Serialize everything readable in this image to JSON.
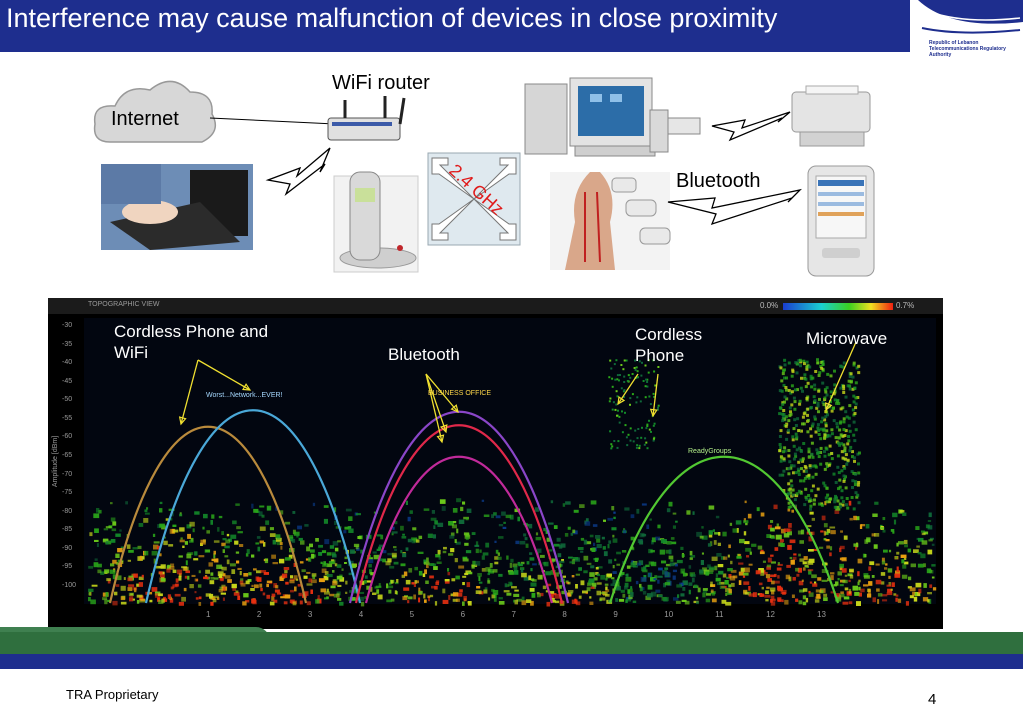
{
  "slide": {
    "title": "Interference may cause malfunction of devices in close proximity",
    "footer": "TRA Proprietary",
    "page_number": "4",
    "logo_text": "Republic of Lebanon Telecommunications Regulatory Authority"
  },
  "diagram": {
    "internet_label": "Internet",
    "wifi_router_label": "WiFi router",
    "bluetooth_label": "Bluetooth",
    "frequency_label": "2.4 GHz"
  },
  "spectrum": {
    "header_left": "TOPOGRAPHIC VIEW",
    "scale_min": "0.0%",
    "scale_max": "0.7%",
    "y_axis_label": "Amplitude [dBm]",
    "y_ticks": [
      "-30",
      "-35",
      "-40",
      "-45",
      "-50",
      "-55",
      "-60",
      "-65",
      "-70",
      "-75",
      "-80",
      "-85",
      "-90",
      "-95",
      "-100"
    ],
    "x_ticks": [
      "1",
      "2",
      "3",
      "4",
      "5",
      "6",
      "7",
      "8",
      "9",
      "10",
      "11",
      "12",
      "13"
    ],
    "network_labels": [
      "Worst...Network...EVER!",
      "BUSINESS OFFICE",
      "ReadyGroups"
    ],
    "annotations": {
      "cordless_wifi": "Cordless Phone and WiFi",
      "bluetooth": "Bluetooth",
      "cordless": "Cordless Phone",
      "microwave": "Microwave"
    }
  }
}
